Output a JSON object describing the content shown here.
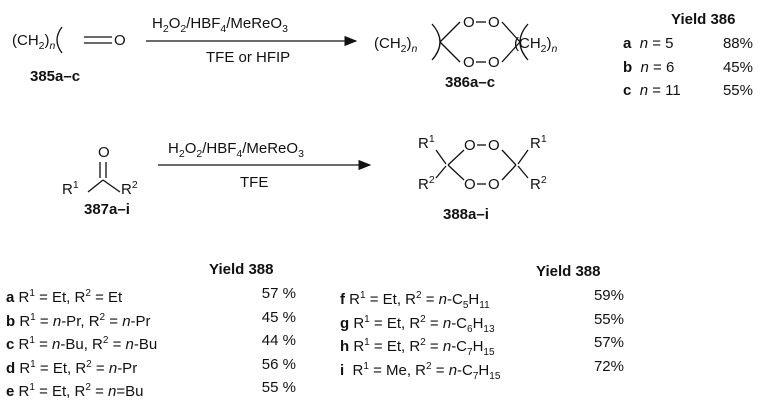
{
  "reaction1": {
    "reagents": "H2O2/HBF4/MeReO3",
    "solvent": "TFE or HFIP",
    "reactant_label": "385a–c",
    "product_label": "386a–c",
    "yield_header": "Yield 386",
    "rows": [
      {
        "id": "a",
        "cond": "n = 5",
        "yield": "88%"
      },
      {
        "id": "b",
        "cond": "n = 6",
        "yield": "45%"
      },
      {
        "id": "c",
        "cond": "n = 11",
        "yield": "55%"
      }
    ]
  },
  "reaction2": {
    "reagents": "H2O2/HBF4/MeReO3",
    "solvent": "TFE",
    "reactant_label": "387a–i",
    "product_label": "388a–i",
    "yield_header": "Yield 388",
    "left_rows": [
      {
        "id": "a",
        "r1": "Et",
        "r2": "Et",
        "yield": "57 %"
      },
      {
        "id": "b",
        "r1": "n-Pr",
        "r2": "n-Pr",
        "yield": "45 %"
      },
      {
        "id": "c",
        "r1": "n-Bu",
        "r2": "n-Bu",
        "yield": "44 %"
      },
      {
        "id": "d",
        "r1": "Et",
        "r2": "n-Pr",
        "yield": "56 %"
      },
      {
        "id": "e",
        "r1": "Et",
        "r2": "n=Bu",
        "yield": "55 %"
      }
    ],
    "right_rows": [
      {
        "id": "f",
        "r1": "Et",
        "r2": "n-C5H11",
        "yield": "59%"
      },
      {
        "id": "g",
        "r1": "Et",
        "r2": "n-C6H13",
        "yield": "55%"
      },
      {
        "id": "h",
        "r1": "Et",
        "r2": "n-C7H15",
        "yield": "57%"
      },
      {
        "id": "i",
        "r1": "Me",
        "r2": "n-C7H15",
        "yield": "72%"
      }
    ]
  }
}
